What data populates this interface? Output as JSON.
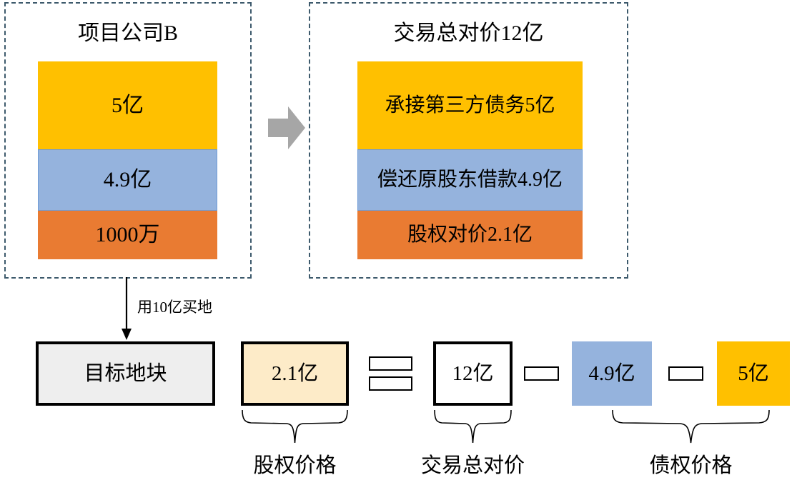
{
  "diagram": {
    "title_colors": {
      "yellow": "#FFC000",
      "blue": "#95B3DD",
      "orange": "#E97B32",
      "cream": "#FDEBC8",
      "gray_fill": "#EEEEEE",
      "dash_border": "#3D5A6C",
      "arrow_gray": "#A6A6A6"
    },
    "left_panel": {
      "title": "项目公司B",
      "segments": [
        {
          "label": "5亿",
          "color": "yellow"
        },
        {
          "label": "4.9亿",
          "color": "blue"
        },
        {
          "label": "1000万",
          "color": "orange"
        }
      ]
    },
    "transition_arrow": "right-block-arrow",
    "right_panel": {
      "title": "交易总对价12亿",
      "segments": [
        {
          "label": "承接第三方债务5亿",
          "color": "yellow"
        },
        {
          "label": "偿还原股东借款4.9亿",
          "color": "blue"
        },
        {
          "label": "股权对价2.1亿",
          "color": "orange"
        }
      ]
    },
    "connector": {
      "label": "用10亿买地"
    },
    "equation": {
      "target_box": "目标地块",
      "terms": [
        {
          "label": "2.1亿",
          "fill": "cream"
        },
        {
          "label": "12亿",
          "fill": "white"
        },
        {
          "label": "4.9亿",
          "fill": "blue"
        },
        {
          "label": "5亿",
          "fill": "yellow"
        }
      ],
      "operators": {
        "equals": "=",
        "minus": "−"
      }
    },
    "braces": [
      {
        "label": "股权价格"
      },
      {
        "label": "交易总对价"
      },
      {
        "label": "债权价格"
      }
    ]
  }
}
